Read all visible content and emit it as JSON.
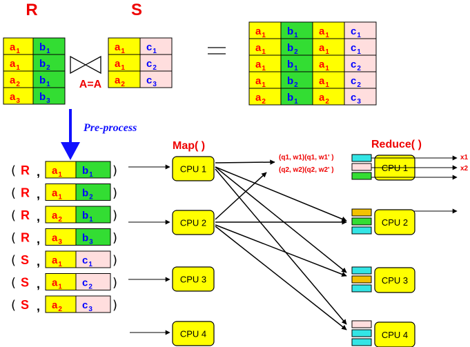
{
  "colors": {
    "yellow": "#ffff00",
    "green": "#33dd33",
    "pink": "#ffdede",
    "cyan": "#33e5e5",
    "orange": "#f2c200",
    "red": "#ff0000",
    "blue": "#0000ff",
    "redtext": "#ee0000"
  },
  "relations": {
    "r_title": "R",
    "s_title": "S",
    "join_symbol": "⋈",
    "join_condition": "A=A",
    "equals": "="
  },
  "R_rows": [
    {
      "a": "a",
      "as": "1",
      "b": "b",
      "bs": "1"
    },
    {
      "a": "a",
      "as": "1",
      "b": "b",
      "bs": "2"
    },
    {
      "a": "a",
      "as": "2",
      "b": "b",
      "bs": "1"
    },
    {
      "a": "a",
      "as": "3",
      "b": "b",
      "bs": "3"
    }
  ],
  "S_rows": [
    {
      "a": "a",
      "as": "1",
      "c": "c",
      "cs": "1"
    },
    {
      "a": "a",
      "as": "1",
      "c": "c",
      "cs": "2"
    },
    {
      "a": "a",
      "as": "2",
      "c": "c",
      "cs": "3"
    }
  ],
  "result_rows": [
    [
      "a",
      "1",
      "b",
      "1",
      "a",
      "1",
      "c",
      "1"
    ],
    [
      "a",
      "1",
      "b",
      "2",
      "a",
      "1",
      "c",
      "1"
    ],
    [
      "a",
      "1",
      "b",
      "1",
      "a",
      "1",
      "c",
      "2"
    ],
    [
      "a",
      "1",
      "b",
      "2",
      "a",
      "1",
      "c",
      "2"
    ],
    [
      "a",
      "2",
      "b",
      "1",
      "a",
      "2",
      "c",
      "3"
    ]
  ],
  "preprocess_label": "Pre-process",
  "tagged": [
    {
      "rel": "R",
      "a": "a",
      "as": "1",
      "v": "b",
      "vs": "1",
      "kind": "b"
    },
    {
      "rel": "R",
      "a": "a",
      "as": "1",
      "v": "b",
      "vs": "2",
      "kind": "b"
    },
    {
      "rel": "R",
      "a": "a",
      "as": "2",
      "v": "b",
      "vs": "1",
      "kind": "b"
    },
    {
      "rel": "R",
      "a": "a",
      "as": "3",
      "v": "b",
      "vs": "3",
      "kind": "b"
    },
    {
      "rel": "S",
      "a": "a",
      "as": "1",
      "v": "c",
      "vs": "1",
      "kind": "c"
    },
    {
      "rel": "S",
      "a": "a",
      "as": "1",
      "v": "c",
      "vs": "2",
      "kind": "c"
    },
    {
      "rel": "S",
      "a": "a",
      "as": "2",
      "v": "c",
      "vs": "3",
      "kind": "c"
    }
  ],
  "paren_open": "(",
  "paren_close": ")",
  "comma": ",",
  "map_label": "Map( )",
  "reduce_label": "Reduce( )",
  "map_cpus": [
    "CPU 1",
    "CPU 2",
    "CPU 3",
    "CPU 4"
  ],
  "reduce_cpus": [
    "CPU 1",
    "CPU 2",
    "CPU 3",
    "CPU 4"
  ],
  "annotations": {
    "line1": "(q1, w1)(q1, w1' )",
    "line2": "(q2, w2)(q2, w2' )"
  },
  "outputs": [
    "x1",
    "x2"
  ]
}
